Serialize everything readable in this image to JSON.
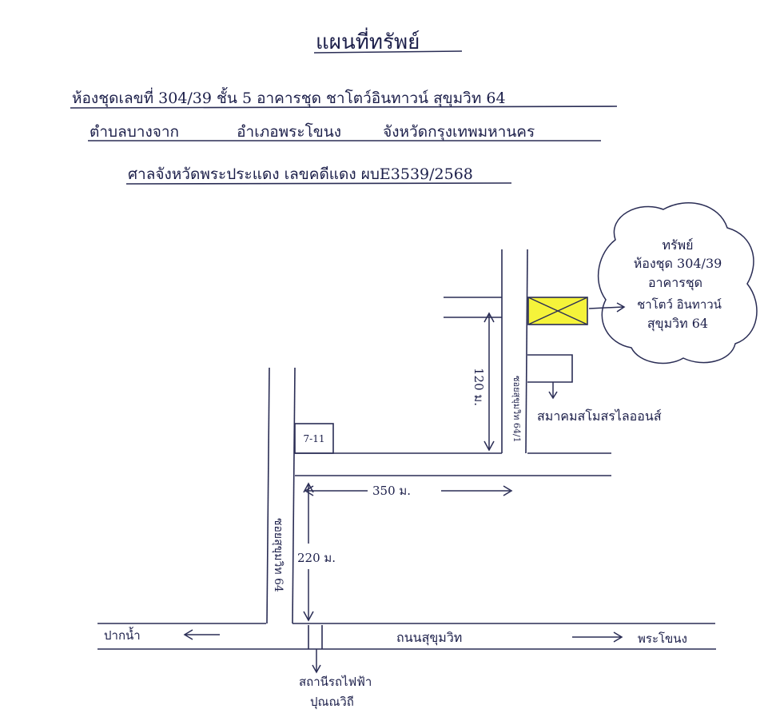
{
  "header": {
    "title": "แผนที่ทรัพย์",
    "line1": "ห้องชุดเลขที่ 304/39 ชั้น 5 อาคารชุด ชาโตว์อินทาวน์ สุขุมวิท 64",
    "line2_a": "ตำบลบางจาก",
    "line2_b": "อำเภอพระโขนง",
    "line2_c": "จังหวัดกรุงเทพมหานคร",
    "line3": "ศาลจังหวัดพระประแดง เลขคดีแดง ผบE3539/2568"
  },
  "map": {
    "bubble_lines": [
      "ทรัพย์",
      "ห้องชุด 304/39",
      "อาคารชุด",
      "ชาโตว์ อินทาวน์",
      "สุขุมวิท 64"
    ],
    "seven_eleven": "7-11",
    "distance_120": "120 ม.",
    "distance_350": "350 ม.",
    "distance_220": "220 ม.",
    "soi_left": "ซอยสุขุมวิท 64",
    "soi_right": "ซอยสุขุมวิท 64/1",
    "association": "สมาคมสโมสรไลออนส์",
    "main_road": "ถนนสุขุมวิท",
    "left_direction": "ปากน้ำ",
    "right_direction": "พระโขนง",
    "bts_line1": "สถานีรถไฟฟ้า",
    "bts_line2": "ปุณณวิถี",
    "property_fill": "#f5f33a"
  }
}
